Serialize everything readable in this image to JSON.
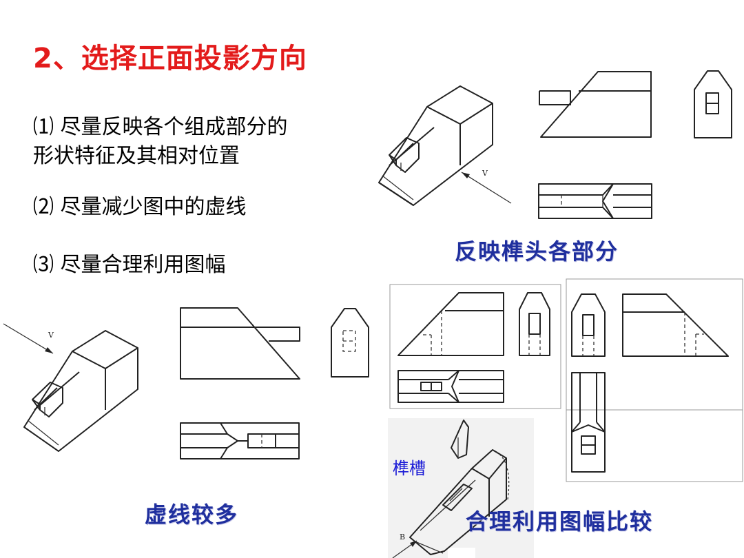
{
  "title": "2、选择正面投影方向",
  "points": [
    "⑴ 尽量反映各个组成部分的",
    "形状特征及其相对位置",
    "⑵ 尽量减少图中的虚线",
    "⑶ 尽量合理利用图幅"
  ],
  "captions": {
    "top_right": "反映榫头各部分",
    "bottom_left": "虚线较多",
    "bottom_right": "合理利用图幅比较"
  },
  "labels": {
    "mortise": "榫槽",
    "view_v": "V",
    "view_b": "B"
  },
  "colors": {
    "title": "#e31b1b",
    "caption": "#1f2f9e",
    "label": "#1a1ad6"
  }
}
